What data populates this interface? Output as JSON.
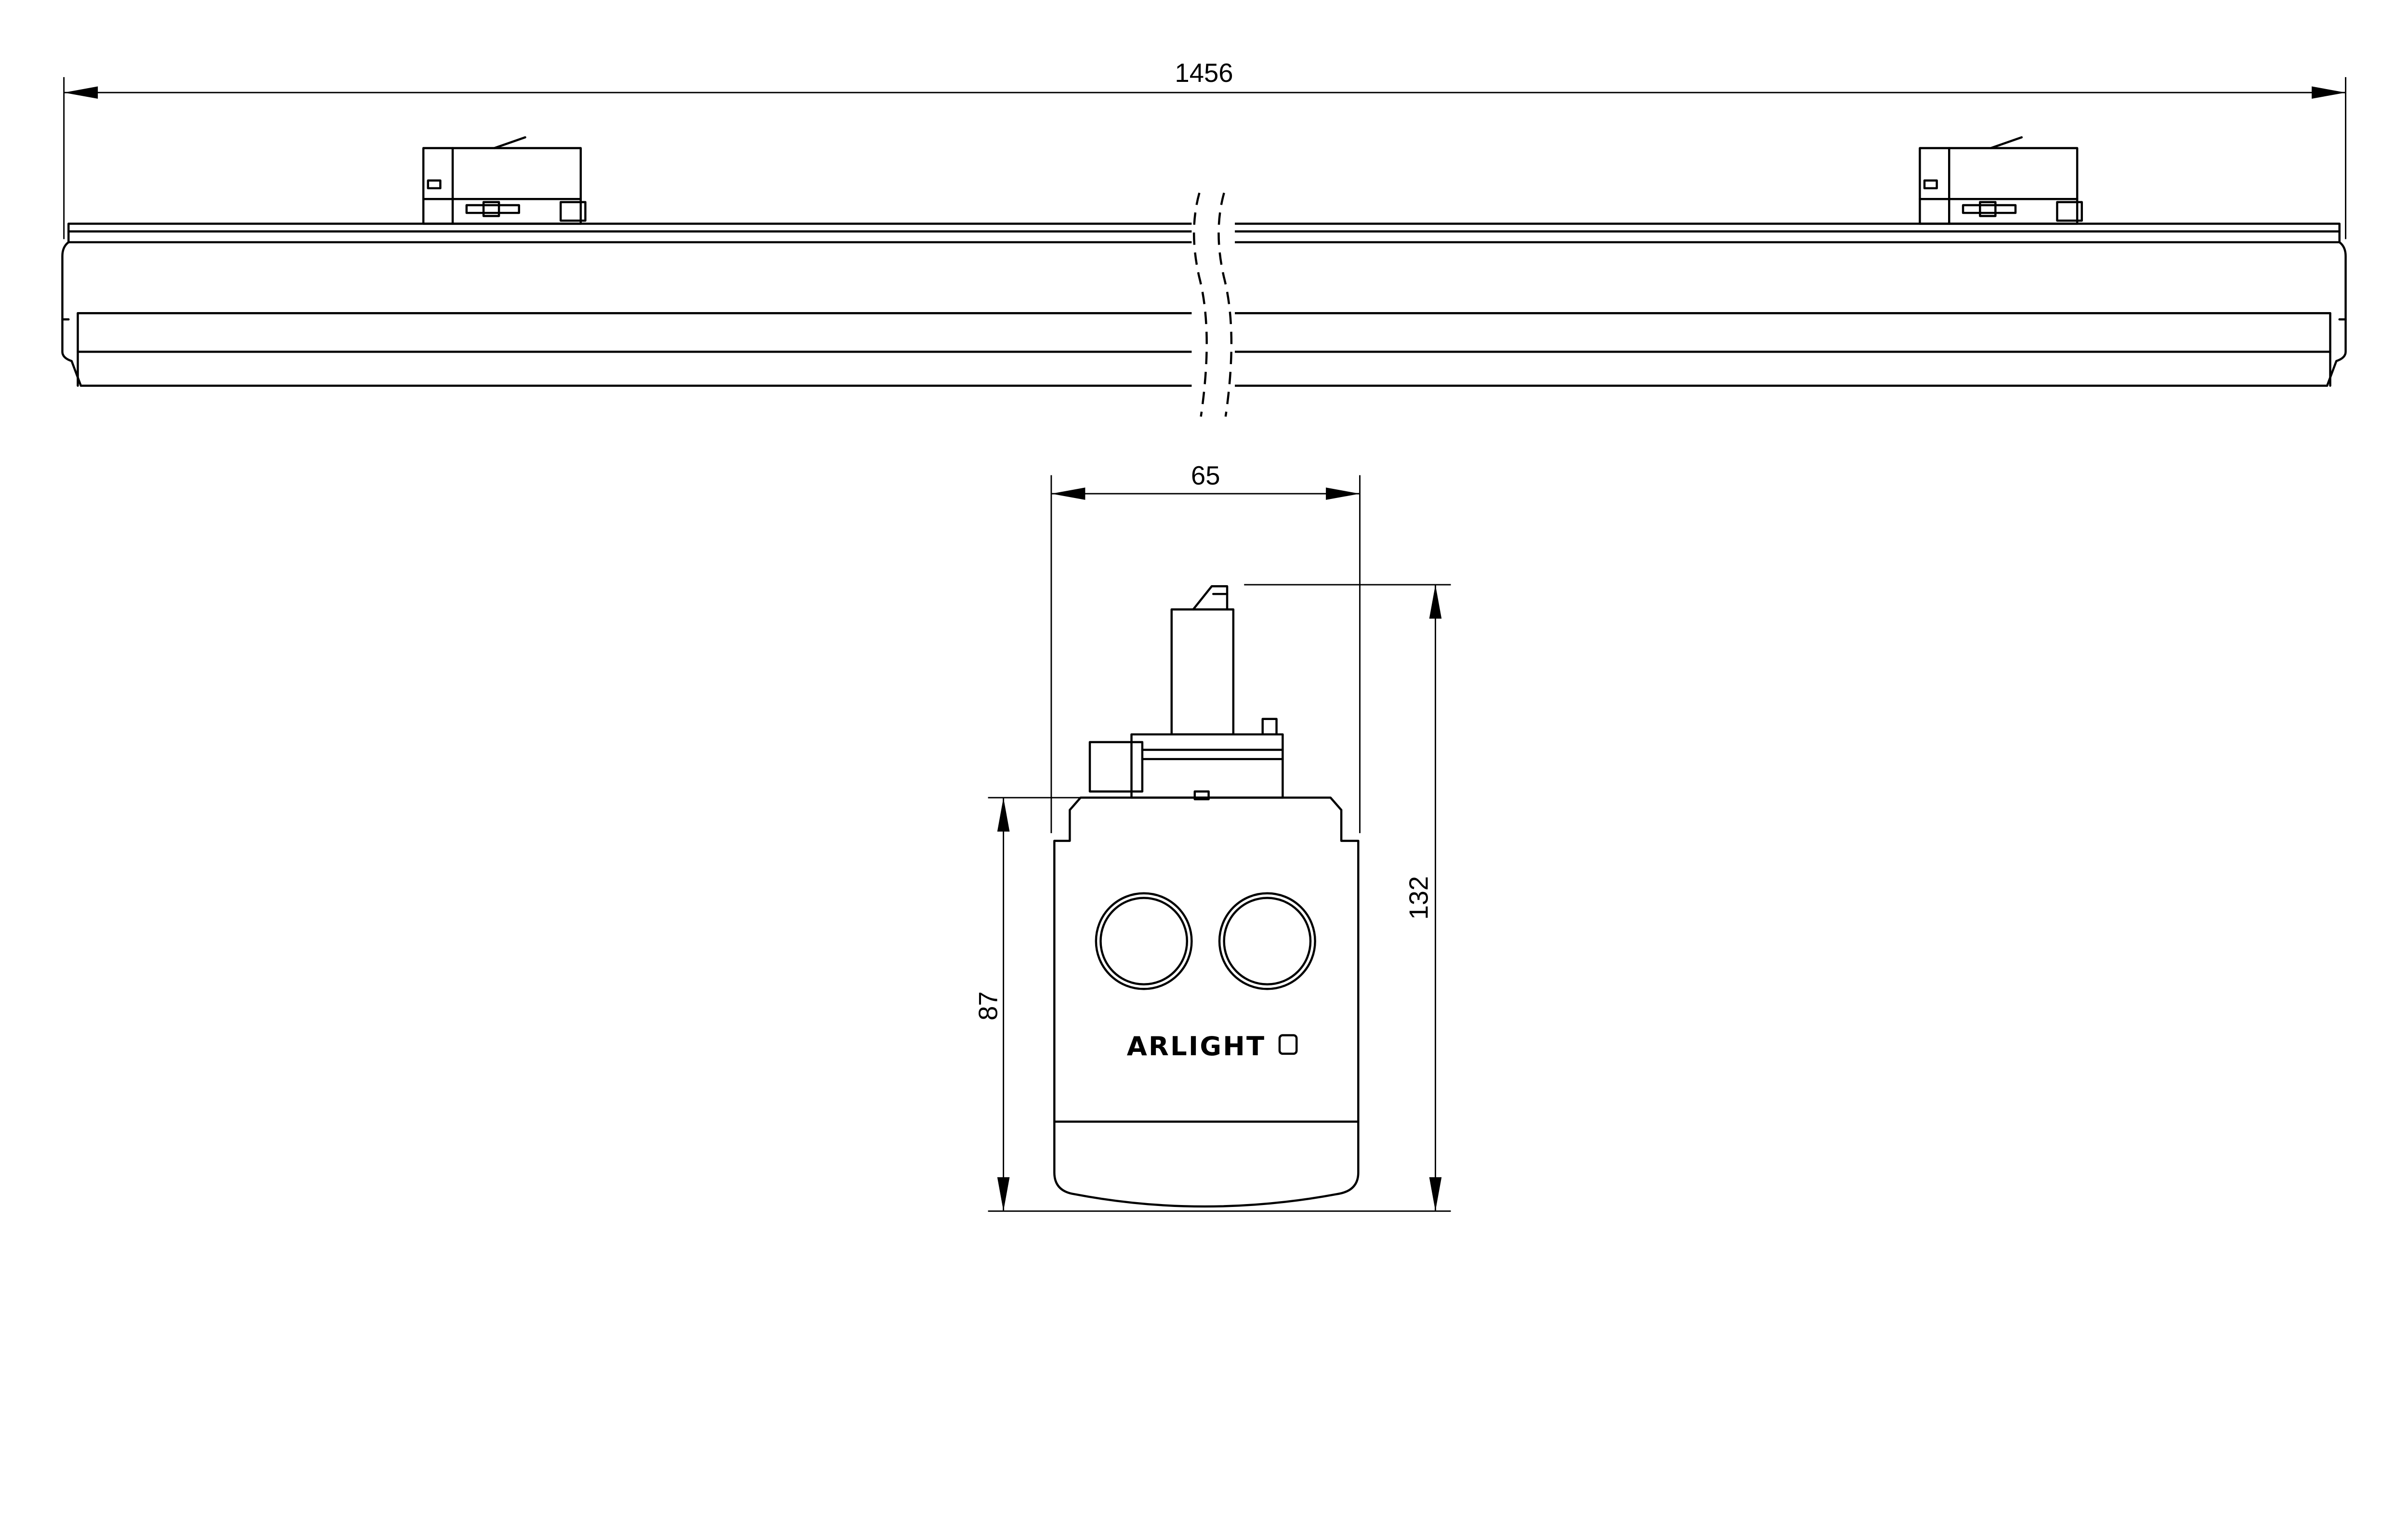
{
  "drawing": {
    "dimensions": {
      "length": "1456",
      "width": "65",
      "height_total": "132",
      "height_body": "87"
    },
    "logo_text": "ARLIGHT",
    "line_color": "#000000",
    "background": "#ffffff"
  }
}
